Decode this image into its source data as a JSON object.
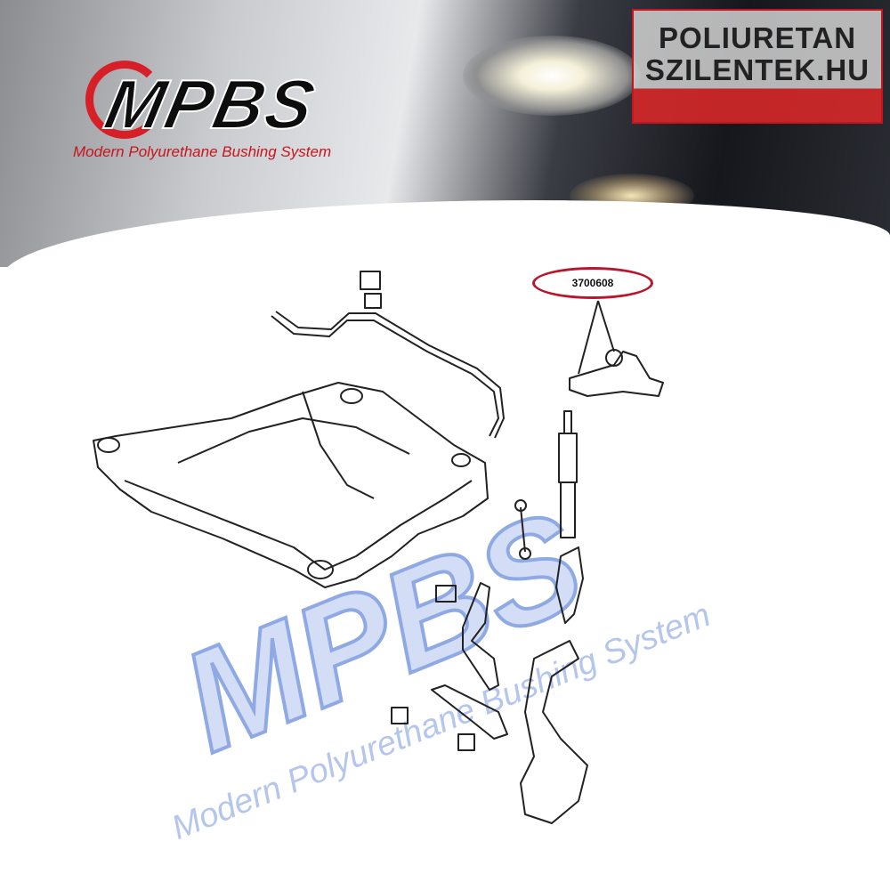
{
  "brand": {
    "logo_text": "MPBS",
    "tagline": "Modern Polyurethane Bushing System",
    "accent_color": "#d61f26"
  },
  "site_badge": {
    "line1": "POLIURETAN",
    "line2": "SZILENTEK.HU"
  },
  "watermark": {
    "text": "MPBS",
    "tagline": "Modern Polyurethane Bushing System"
  },
  "diagram": {
    "part_number": "3700608"
  }
}
